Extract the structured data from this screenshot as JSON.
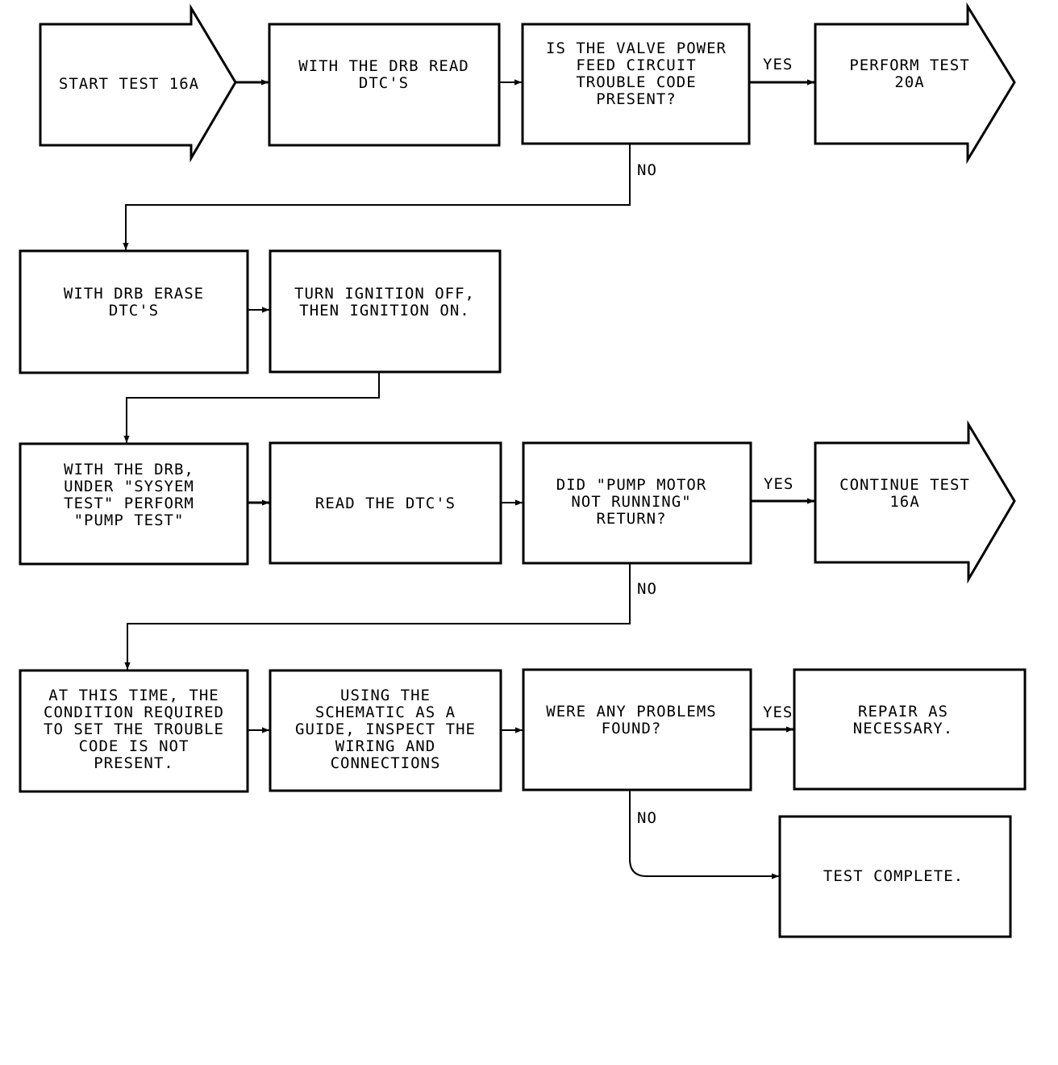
{
  "nodes": {
    "start": [
      "START TEST 16A"
    ],
    "read1": [
      "WITH THE DRB READ",
      "DTC'S"
    ],
    "q1": [
      "IS THE VALVE POWER",
      "FEED CIRCUIT",
      "TROUBLE CODE",
      "PRESENT?"
    ],
    "test20a": [
      "PERFORM TEST",
      "20A"
    ],
    "erase": [
      "WITH DRB ERASE",
      "DTC'S"
    ],
    "ignition": [
      "TURN IGNITION OFF,",
      "THEN IGNITION ON."
    ],
    "pump": [
      "WITH THE DRB,",
      "UNDER \"SYSYEM",
      "TEST\" PERFORM",
      "\"PUMP TEST\""
    ],
    "read2": [
      "READ THE DTC'S"
    ],
    "q2": [
      "DID \"PUMP MOTOR",
      "NOT RUNNING\"",
      "RETURN?"
    ],
    "cont16a": [
      "CONTINUE TEST",
      "16A"
    ],
    "condition": [
      "AT THIS TIME, THE",
      "CONDITION REQUIRED",
      "TO SET THE TROUBLE",
      "CODE IS NOT",
      "PRESENT."
    ],
    "inspect": [
      "USING THE",
      "SCHEMATIC AS A",
      "GUIDE, INSPECT THE",
      "WIRING AND",
      "CONNECTIONS"
    ],
    "q3": [
      "WERE ANY PROBLEMS",
      "FOUND?"
    ],
    "repair": [
      "REPAIR AS",
      "NECESSARY."
    ],
    "complete": [
      "TEST COMPLETE."
    ]
  },
  "labels": {
    "yes": "YES",
    "no": "NO"
  }
}
